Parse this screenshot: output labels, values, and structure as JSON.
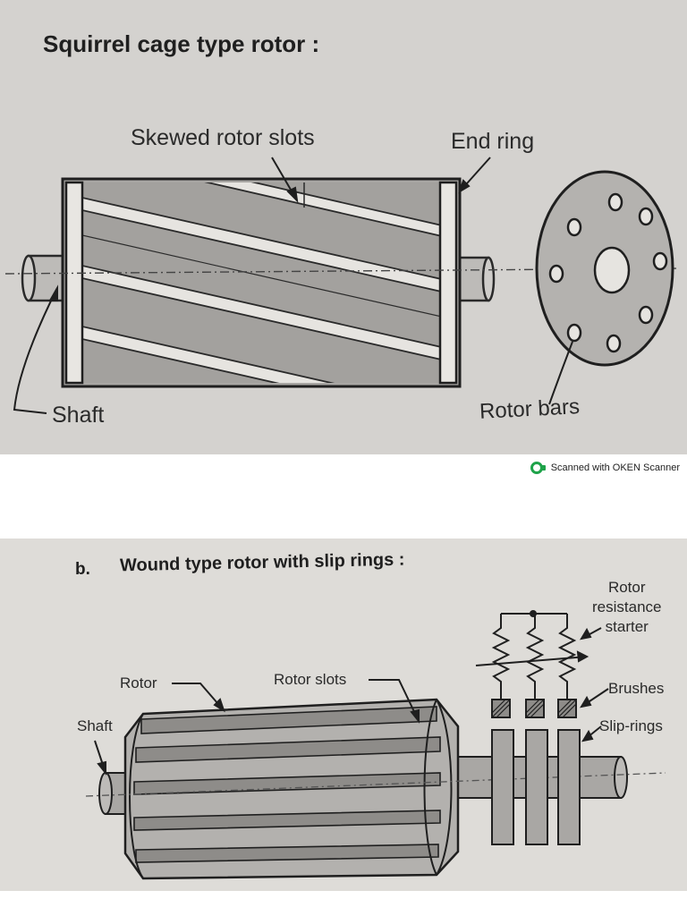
{
  "figure_a": {
    "heading": "Squirrel cage type rotor :",
    "labels": {
      "skewed_slots": "Skewed rotor slots",
      "end_ring": "End ring",
      "shaft": "Shaft",
      "rotor_bars": "Rotor bars"
    }
  },
  "scanner": {
    "text": "Scanned with OKEN Scanner"
  },
  "figure_b": {
    "letter": "b.",
    "heading": "Wound type rotor with slip rings :",
    "labels": {
      "rotor_resistance_starter": [
        "Rotor",
        "resistance",
        "starter"
      ],
      "rotor": "Rotor",
      "rotor_slots": "Rotor slots",
      "brushes": "Brushes",
      "shaft": "Shaft",
      "slip_rings": "Slip-rings"
    }
  },
  "colors": {
    "page": "#ffffff",
    "panel_a": "#d4d2cf",
    "panel_b": "#dedcd8",
    "ink": "#2a2a2a",
    "body_fill": "#a9a7a4",
    "scanner_green": "#1fa34a"
  }
}
